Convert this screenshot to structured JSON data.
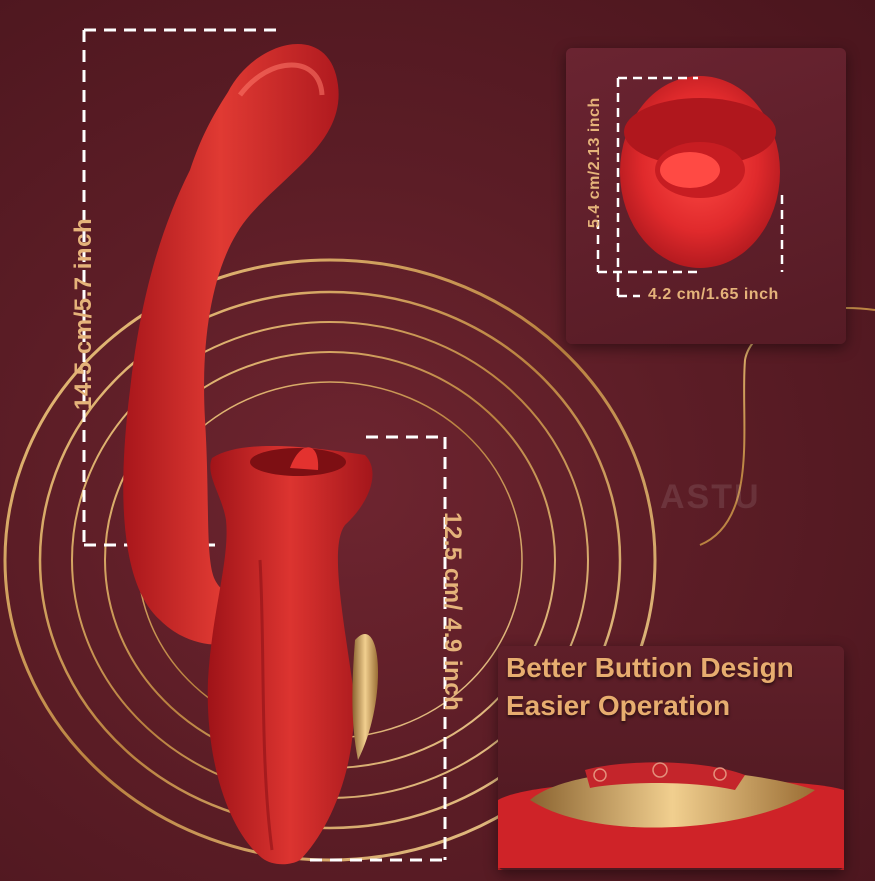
{
  "dimensions": {
    "length_label": "14.5 cm/5.7 inch",
    "height_label": "12.5 cm/ 4.9 inch",
    "head_height_label": "5.4 cm/2.13 inch",
    "head_width_label": "4.2 cm/1.65 inch"
  },
  "feature": {
    "title_line1": "Better Buttion Design",
    "title_line2": "Easier Operation"
  },
  "watermark": "ASTU",
  "colors": {
    "background": "#5a1c24",
    "product_red": "#d8292c",
    "gold_accent": "#d9a45c",
    "label_color": "#e5b37a"
  }
}
